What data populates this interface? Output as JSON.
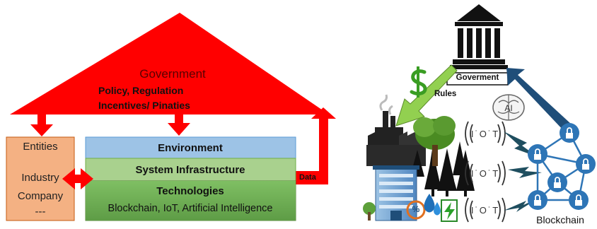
{
  "left": {
    "government": {
      "title": "Government",
      "line1": "Policy, Regulation",
      "line2": "Incentives/ Pinaties"
    },
    "entities": {
      "title": "Entities",
      "line1": "Industry",
      "line2": "Company",
      "line3": "---"
    },
    "layers": {
      "environment": "Environment",
      "infrastructure": "System Infrastructure",
      "technologies": "Technologies",
      "tech_list": "Blockchain, IoT, Artificial Intelligence"
    },
    "data_label": "Data"
  },
  "right": {
    "government_label": "Goverment",
    "rules_label": "Rules",
    "ai_label": "AI",
    "iot_labels": [
      "I˙O˙T",
      "I˙O˙T",
      "I˙O˙T"
    ],
    "blockchain_label": "Blockchain",
    "dollar_glyph": "$",
    "percent_glyph": "%"
  },
  "colors": {
    "red": "#ff0000",
    "entities_fill": "#f4b183",
    "environment_fill": "#9dc3e6",
    "infrastructure_fill": "#a9d18e",
    "technologies_fill": "#548235",
    "green_arrow": "#92d050",
    "blue_arrow": "#1f4e79",
    "network_blue": "#2e75b6"
  }
}
